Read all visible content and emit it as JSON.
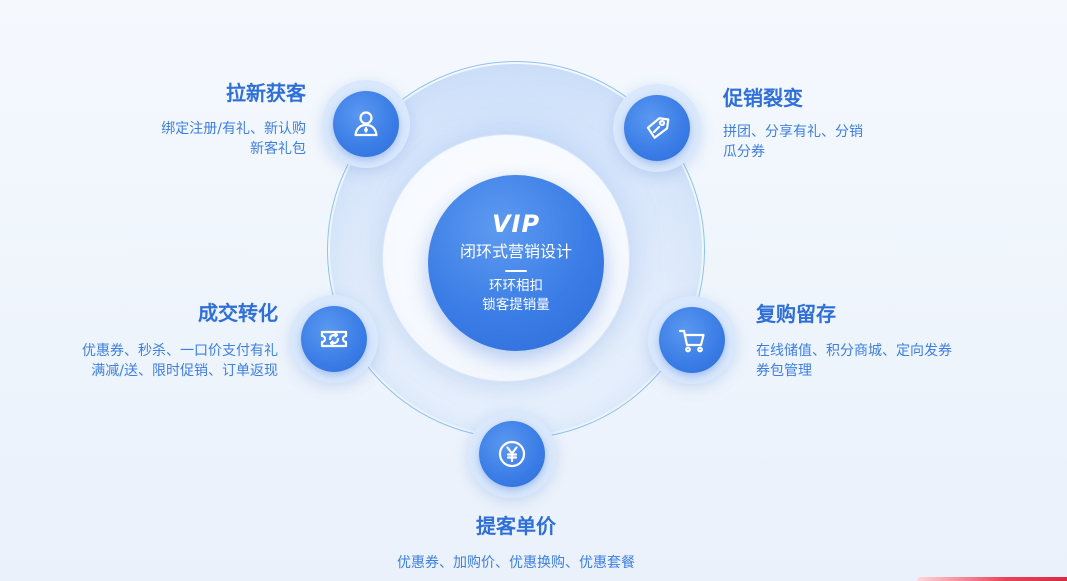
{
  "center": {
    "badge": "VIP",
    "title": "闭环式营销设计",
    "subtitle_line1": "环环相扣",
    "subtitle_line2": "锁客提销量"
  },
  "nodes": [
    {
      "key": "acquire",
      "icon": "user-icon",
      "title": "拉新获客",
      "desc_lines": [
        "绑定注册/有礼、新认购",
        "新客礼包"
      ]
    },
    {
      "key": "promo",
      "icon": "tag-icon",
      "title": "促销裂变",
      "desc_lines": [
        "拼团、分享有礼、分销",
        "瓜分券"
      ]
    },
    {
      "key": "convert",
      "icon": "ticket-icon",
      "title": "成交转化",
      "desc_lines": [
        "优惠券、秒杀、一口价支付有礼",
        "满减/送、限时促销、订单返现"
      ]
    },
    {
      "key": "repurchase",
      "icon": "cart-icon",
      "title": "复购留存",
      "desc_lines": [
        "在线储值、积分商城、定向发券",
        "券包管理"
      ]
    },
    {
      "key": "unit_price",
      "icon": "yen-icon",
      "title": "提客单价",
      "desc_lines": [
        "优惠券、加购价、优惠换购、优惠套餐"
      ]
    }
  ],
  "colors": {
    "primary": "#3a7ce6",
    "text": "#3f7fe0",
    "title": "#2f6fd8",
    "accent_bar": "#e94256"
  }
}
